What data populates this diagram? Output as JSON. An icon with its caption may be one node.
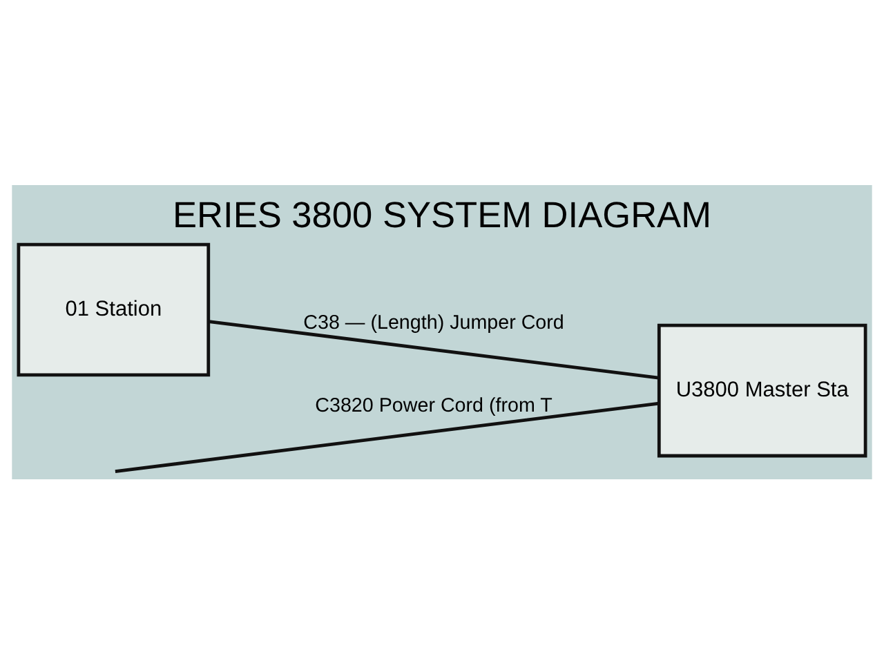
{
  "diagram": {
    "title": "ERIES 3800 SYSTEM DIAGRAM",
    "nodes": [
      {
        "text": [
          "01 Station"
        ]
      },
      {
        "text": [
          "U3800 Master Sta"
        ]
      }
    ],
    "edges": [
      {
        "from": 0,
        "to": 1,
        "arrow": "none",
        "label": "C38 — (Length) Jumper Cord"
      },
      {
        "from": null,
        "to": 1,
        "arrow": "none",
        "label": "C3820 Power Cord (from T"
      }
    ]
  }
}
